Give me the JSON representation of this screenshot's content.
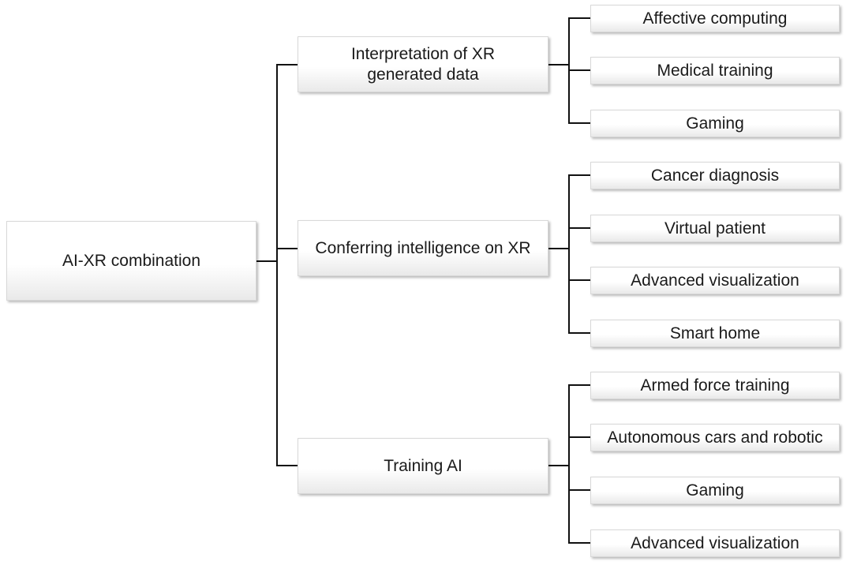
{
  "diagram": {
    "root": {
      "label": "AI-XR combination"
    },
    "branches": [
      {
        "label": "Interpretation of XR\ngenerated data",
        "children": [
          "Affective computing",
          "Medical training",
          "Gaming"
        ]
      },
      {
        "label": "Conferring intelligence on XR",
        "children": [
          "Cancer diagnosis",
          "Virtual patient",
          "Advanced visualization",
          "Smart home"
        ]
      },
      {
        "label": "Training AI",
        "children": [
          "Armed force training",
          "Autonomous cars and robotic",
          "Gaming",
          "Advanced visualization"
        ]
      }
    ]
  },
  "style": {
    "line_color": "#111111",
    "box_border_color": "#d8d8d8",
    "text_color": "#1a1a1a"
  }
}
